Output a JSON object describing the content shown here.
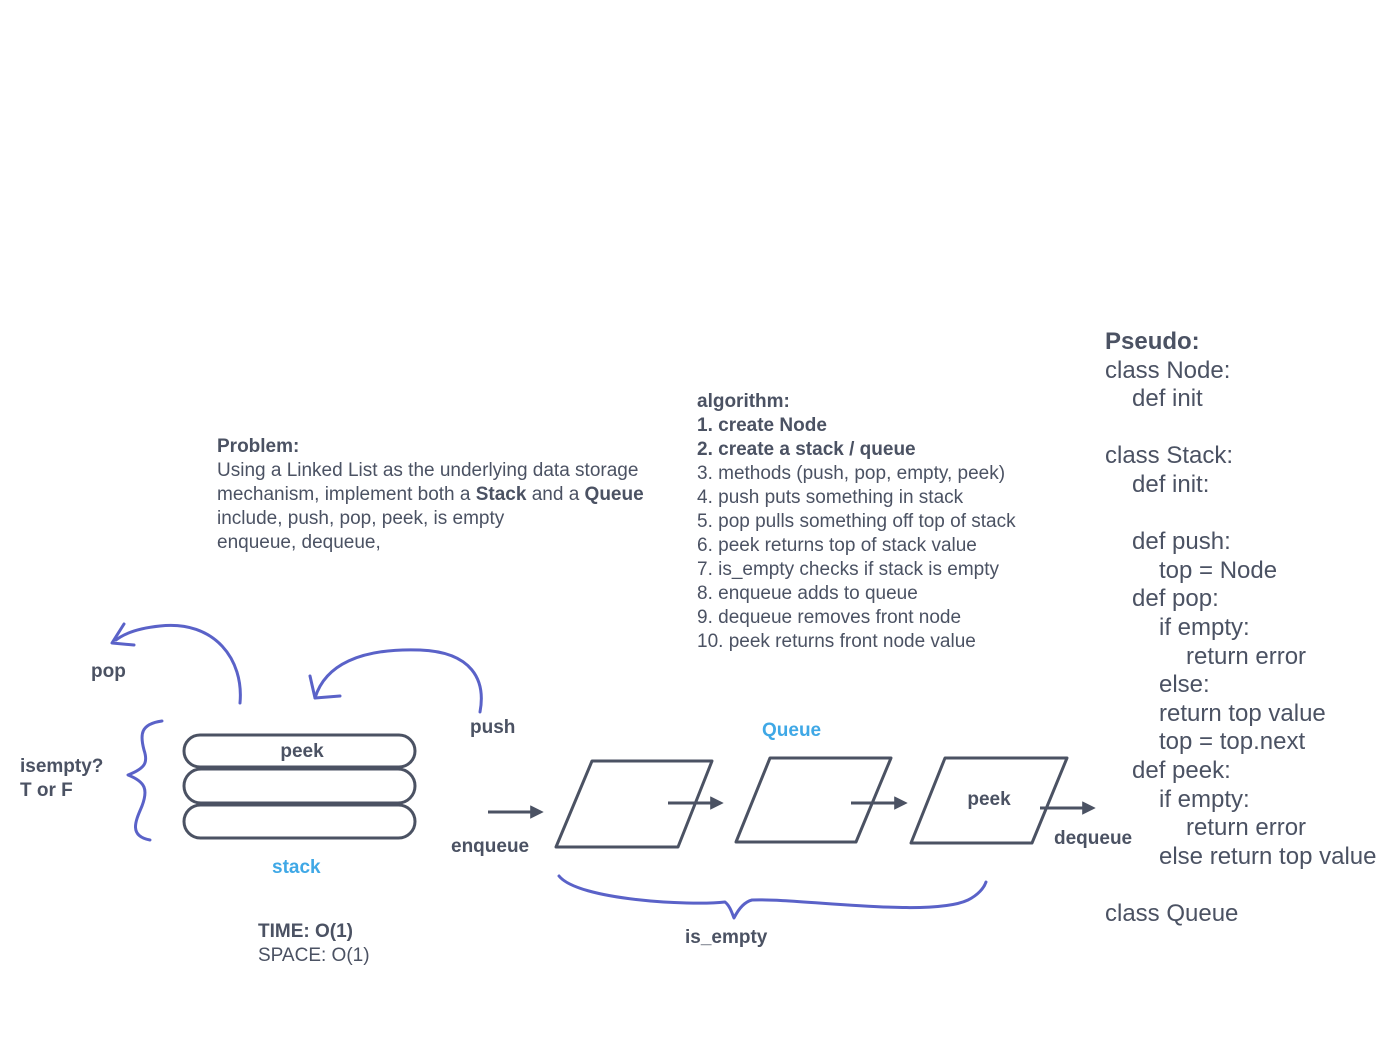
{
  "problem": {
    "heading": "Problem:",
    "line1": "Using a Linked List as the underlying data storage",
    "line2_a": "mechanism, implement both a ",
    "line2_b": "Stack",
    "line2_c": " and a ",
    "line2_d": "Queue",
    "line3": "include, push, pop, peek, is empty",
    "line4": "enqueue, dequeue,"
  },
  "algorithm": {
    "heading": "algorithm:",
    "steps": [
      "1. create Node",
      "2. create a stack / queue",
      "3. methods (push, pop, empty, peek)",
      "4. push puts something in stack",
      "5. pop pulls something off top of stack",
      "6. peek returns top of stack value",
      "7. is_empty checks if stack is empty",
      "8. enqueue adds to queue",
      "9. dequeue removes front node",
      "10. peek returns front node value"
    ]
  },
  "pseudo": {
    "heading": "Pseudo:",
    "lines": [
      "class Node:",
      "def init",
      "",
      "class Stack:",
      "def init:",
      "",
      "def push:",
      "top = Node",
      "def pop:",
      "if empty:",
      "return error",
      "else:",
      "return top value",
      "top = top.next",
      "def peek:",
      "if empty:",
      "return error",
      "else return top value",
      "",
      "class Queue"
    ]
  },
  "stack_diagram": {
    "pop_label": "pop",
    "push_label": "push",
    "isempty_label_1": "isempty?",
    "isempty_label_2": "T or F",
    "peek_label": "peek",
    "title": "stack",
    "time": "TIME: O(1)",
    "space": "SPACE: O(1)"
  },
  "queue_diagram": {
    "title": "Queue",
    "enqueue_label": "enqueue",
    "dequeue_label": "dequeue",
    "peek_label": "peek",
    "is_empty_label": "is_empty"
  },
  "colors": {
    "text": "#4b5263",
    "accent_blue": "#3fa8e6",
    "handdrawn": "#5a62c8"
  }
}
